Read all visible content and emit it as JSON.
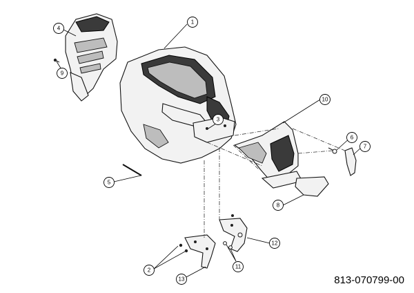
{
  "diagram": {
    "document_number": "813-070799-00",
    "callouts": [
      {
        "id": "1",
        "label": "1"
      },
      {
        "id": "2",
        "label": "2"
      },
      {
        "id": "3",
        "label": "3"
      },
      {
        "id": "4",
        "label": "4"
      },
      {
        "id": "5",
        "label": "5"
      },
      {
        "id": "6",
        "label": "6"
      },
      {
        "id": "7",
        "label": "7"
      },
      {
        "id": "8",
        "label": "8"
      },
      {
        "id": "9",
        "label": "9"
      },
      {
        "id": "10",
        "label": "10"
      },
      {
        "id": "11",
        "label": "11"
      },
      {
        "id": "12",
        "label": "12"
      },
      {
        "id": "13",
        "label": "13"
      }
    ]
  }
}
